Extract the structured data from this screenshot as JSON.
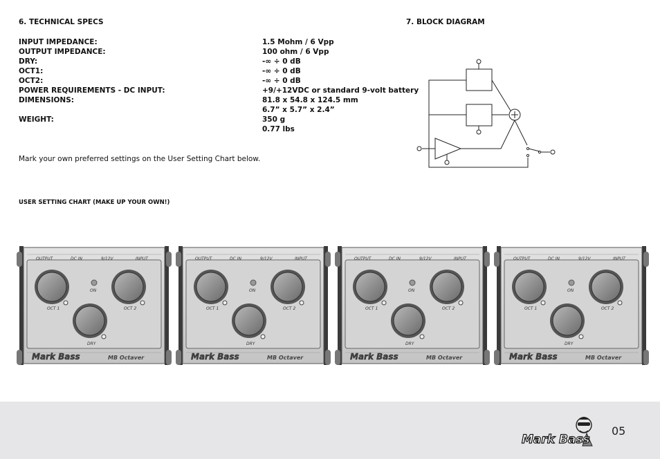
{
  "specs": {
    "heading": "6. TECHNICAL SPECS",
    "rows": [
      {
        "label": "INPUT IMPEDANCE:",
        "value": "1.5 Mohm / 6 Vpp"
      },
      {
        "label": "OUTPUT IMPEDANCE:",
        "value": "100 ohm / 6 Vpp"
      },
      {
        "label": "DRY:",
        "value": "-∞ ÷ 0 dB"
      },
      {
        "label": "OCT1:",
        "value": "-∞ ÷ 0 dB"
      },
      {
        "label": "OCT2:",
        "value": "-∞ ÷ 0 dB"
      },
      {
        "label": "POWER REQUIREMENTS - DC INPUT:",
        "value": "+9/+12VDC or standard 9-volt battery"
      },
      {
        "label": "DIMENSIONS:",
        "value": "81.8 x 54.8 x 124.5 mm"
      },
      {
        "label": "",
        "value": "6.7” x 5.7” x 2.4”"
      },
      {
        "label": "WEIGHT:",
        "value": "350 g"
      },
      {
        "label": "",
        "value": "0.77 lbs"
      }
    ],
    "note": "Mark your own preferred settings on the User Setting Chart below."
  },
  "block_diagram": {
    "heading": "7. BLOCK DIAGRAM"
  },
  "chart": {
    "title": "USER SETTING CHART (MAKE UP YOUR OWN!)"
  },
  "pedal": {
    "output": "OUTPUT",
    "dc_in": "DC IN",
    "dc_voltage": "9/12V",
    "input": "INPUT",
    "on": "ON",
    "oct1": "OCT 1",
    "oct2": "OCT 2",
    "dry": "DRY",
    "brand": "Mark Bass",
    "model": "MB Octaver"
  },
  "footer": {
    "page_number": "05",
    "logo_text": "Mark Bass"
  }
}
